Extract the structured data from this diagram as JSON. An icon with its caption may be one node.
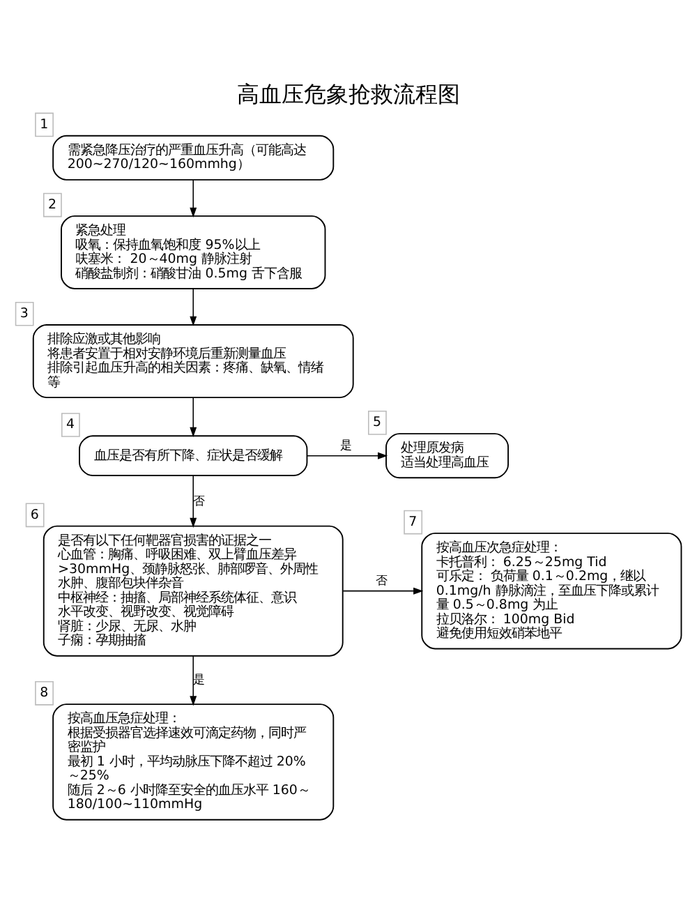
{
  "diagram": {
    "title": "高血压危象抢救流程图",
    "nodes": [
      {
        "text": [
          "需紧急降压治疗的严重血压升高（可能高达200~270/120~160mmhg）"
        ],
        "beside": [
          "1"
        ]
      },
      {
        "text": [
          "紧急处理",
          "吸氧：保持血氧饱和度 95%以上",
          "呋塞米： 20～40mg 静脉注射",
          "硝酸盐制剂：硝酸甘油 0.5mg 舌下含服"
        ],
        "beside": [
          "2"
        ]
      },
      {
        "text": [
          "排除应激或其他影响",
          "将患者安置于相对安静环境后重新测量血压",
          "排除引起血压升高的相关因素：疼痛、缺氧、情绪等"
        ],
        "beside": [
          "3"
        ]
      },
      {
        "text": [
          "血压是否有所下降、症状是否缓解"
        ],
        "beside": [
          "4"
        ]
      },
      {
        "text": [
          "处理原发病",
          "适当处理高血压"
        ],
        "beside": [
          "5"
        ]
      },
      {
        "text": [
          "是否有以下任何靶器官损害的证据之一",
          "心血管：胸痛、呼吸困难、双上臂血压差异>30mmHg、颈静脉怒张、肺部啰音、外周性水肿、腹部包块伴杂音",
          "中枢神经：抽搐、局部神经系统体征、意识水平改变、视野改变、视觉障碍",
          "肾脏：少尿、无尿、水肿",
          "子痫：孕期抽搐"
        ],
        "beside": [
          "6"
        ]
      },
      {
        "text": [
          "按高血压次急症处理：",
          "卡托普利： 6.25～25mg Tid",
          "可乐定： 负荷量 0.1～0.2mg，继以0.1mg/h 静脉滴注，至血压下降或累计量 0.5～0.8mg 为止",
          "拉贝洛尔： 100mg Bid",
          "避免使用短效硝苯地平"
        ],
        "beside": [
          "7"
        ]
      },
      {
        "text": [
          "按高血压急症处理：",
          "根据受损器官选择速效可滴定药物，同时严密监护",
          "最初 1 小时，平均动脉压下降不超过 20%～25%",
          "随后 2～6 小时降至安全的血压水平 160～180/100~110mmHg"
        ],
        "beside": [
          "8"
        ]
      }
    ],
    "edges": [
      {
        "from": 0,
        "to": 1,
        "arrow": "to"
      },
      {
        "from": 1,
        "to": 2,
        "arrow": "to"
      },
      {
        "from": 2,
        "to": 3,
        "arrow": "to"
      },
      {
        "from": 3,
        "to": 4,
        "arrow": "to",
        "label": "是"
      },
      {
        "from": 3,
        "to": 5,
        "arrow": "to",
        "label": "否"
      },
      {
        "from": 5,
        "to": 6,
        "arrow": "to",
        "label": "否"
      },
      {
        "from": 5,
        "to": 7,
        "arrow": "to",
        "label": "是"
      }
    ]
  }
}
